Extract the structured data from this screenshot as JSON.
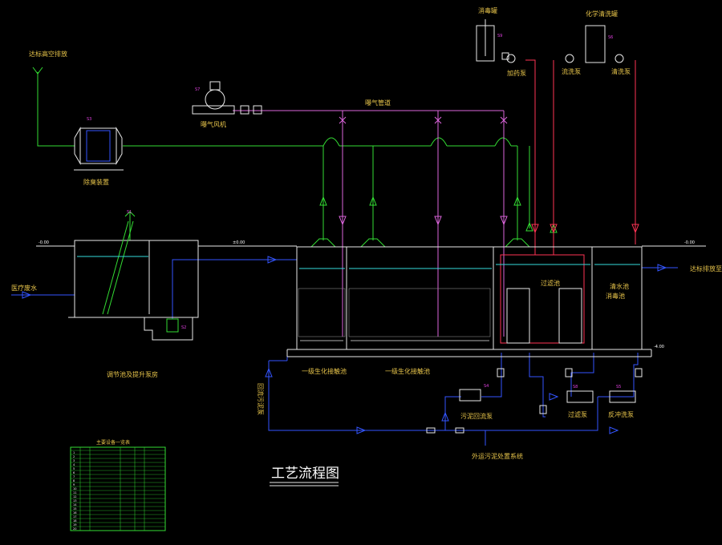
{
  "labels": {
    "exhaust_high": "达标高空排放",
    "deodorizer": "除臭装置",
    "deodorizer_tag": "S3",
    "aerator_blower": "曝气风机",
    "aerator_blower_tag": "S7",
    "aeration_pipe": "曝气管道",
    "disinfectant_tank": "消毒罐",
    "disinfectant_tag": "S9",
    "dosing_pump": "加药泵",
    "cleaning_tank": "化学清洗罐",
    "cleaning_tag": "S6",
    "cleaning_pump": "清洗泵",
    "cleaning_pump_left": "流洗泵",
    "grit_area_tag": "S1",
    "pump_tag": "S2",
    "influent": "医疗废水",
    "intake_pit": "调节池及提升泵房",
    "anoxic_tank": "一级生化接触池",
    "aerobic_tank": "一级生化接触池",
    "membrane_tank": "过滤池",
    "clean_tank": "清水池",
    "clean_tank_2": "消毒池",
    "effluent": "达标排放至市政",
    "sludge_return": "回流污泥泵",
    "sludge_pump": "污泥回流泵",
    "sludge_pump_tag": "S4",
    "sludge_disposal": "外运污泥处置系统",
    "filter_pump": "过滤泵",
    "filter_pump_tag": "S8",
    "backwash_pump": "反冲洗泵",
    "backwash_pump_tag": "S5",
    "elev_left": "-0.00",
    "elev_mid": "±0.00",
    "elev_right": "-0.00",
    "elev_bottom": "-4.00",
    "title": "工艺流程图",
    "legend_header": "主要设备一览表"
  },
  "legend_rows": [
    "1",
    "2",
    "3",
    "4",
    "5",
    "6",
    "7",
    "8",
    "9",
    "10",
    "11",
    "12",
    "13",
    "14",
    "15",
    "16",
    "17",
    "18",
    "19",
    "20"
  ],
  "colors": {
    "air": "#33dd33",
    "water": "#3355ff",
    "chemical": "#ff3355",
    "structure": "#e8e8e8",
    "text": "#e6c34a",
    "tag": "#e040e0",
    "cyan": "#33dddd"
  }
}
